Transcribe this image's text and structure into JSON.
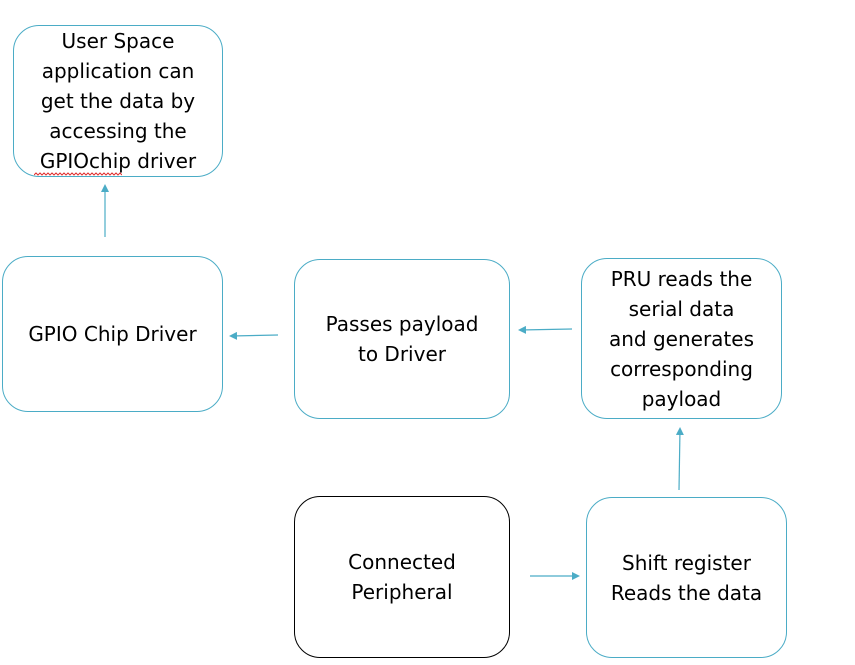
{
  "diagram": {
    "nodes": [
      {
        "id": "user-space",
        "label": "User Space\napplication can\nget the data by\naccessing the\nGPIOchip driver",
        "border_color": "#4bacc6"
      },
      {
        "id": "gpio-driver",
        "label": "GPIO Chip Driver",
        "border_color": "#4bacc6"
      },
      {
        "id": "passes-payload",
        "label": "Passes payload\nto Driver",
        "border_color": "#4bacc6"
      },
      {
        "id": "pru-reads",
        "label": "PRU reads the\nserial data\nand  generates\ncorresponding\npayload",
        "border_color": "#4bacc6"
      },
      {
        "id": "connected-peripheral",
        "label": "Connected\nPeripheral",
        "border_color": "#000000"
      },
      {
        "id": "shift-register",
        "label": "Shift register\nReads the data",
        "border_color": "#4bacc6"
      }
    ],
    "edges": [
      {
        "from": "connected-peripheral",
        "to": "shift-register"
      },
      {
        "from": "shift-register",
        "to": "pru-reads"
      },
      {
        "from": "pru-reads",
        "to": "passes-payload"
      },
      {
        "from": "passes-payload",
        "to": "gpio-driver"
      },
      {
        "from": "gpio-driver",
        "to": "user-space"
      }
    ],
    "colors": {
      "arrow": "#4bacc6",
      "spellcheck_underline": "#e03030"
    }
  }
}
